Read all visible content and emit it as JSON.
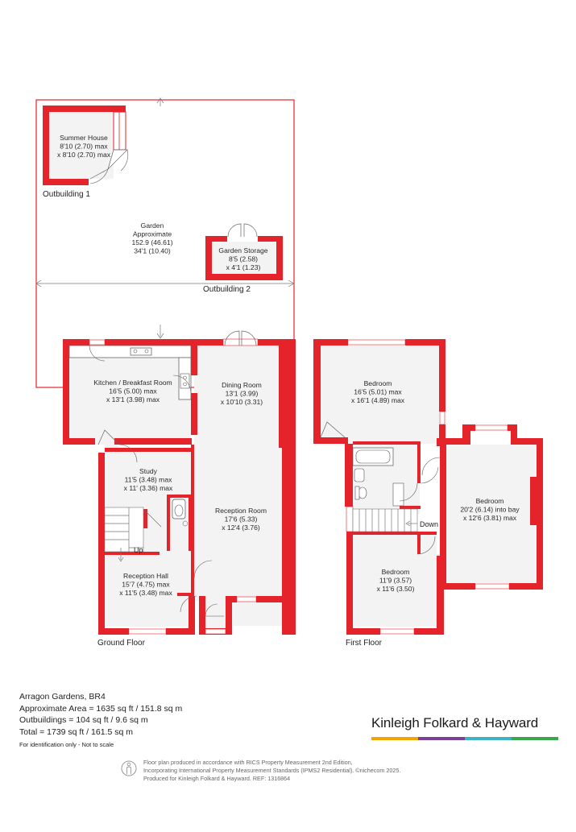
{
  "plan": {
    "ground_floor": "Ground Floor",
    "first_floor": "First Floor",
    "outbuilding_1": "Outbuilding 1",
    "outbuilding_2": "Outbuilding 2",
    "stairs_up": "Up",
    "stairs_down": "Down",
    "rooms": {
      "summer_house": [
        "Summer House",
        "8'10 (2.70) max",
        "x 8'10 (2.70) max"
      ],
      "garden": [
        "Garden",
        "Approximate",
        "152.9 (46.61)",
        "34'1 (10.40)"
      ],
      "garden_storage": [
        "Garden Storage",
        "8'5 (2.58)",
        "x 4'1 (1.23)"
      ],
      "kitchen": [
        "Kitchen / Breakfast Room",
        "16'5 (5.00) max",
        "x 13'1 (3.98) max"
      ],
      "dining": [
        "Dining Room",
        "13'1 (3.99)",
        "x 10'10 (3.31)"
      ],
      "study": [
        "Study",
        "11'5 (3.48) max",
        "x 11' (3.36) max"
      ],
      "reception_room": [
        "Reception Room",
        "17'6 (5.33)",
        "x 12'4 (3.76)"
      ],
      "reception_hall": [
        "Reception Hall",
        "15'7 (4.75) max",
        "x 11'5 (3.48) max"
      ],
      "bedroom_1": [
        "Bedroom",
        "16'5 (5.01) max",
        "x 16'1 (4.89) max"
      ],
      "bedroom_2": [
        "Bedroom",
        "20'2 (6.14) into bay",
        "x 12'6 (3.81) max"
      ],
      "bedroom_3": [
        "Bedroom",
        "11'9 (3.57)",
        "x 11'6 (3.50)"
      ]
    }
  },
  "summary": {
    "address": "Arragon Gardens, BR4",
    "approx_area": "Approximate Area = 1635 sq ft / 151.8 sq m",
    "outbuildings": "Outbuildings = 104 sq ft / 9.6 sq m",
    "total": "Total = 1739 sq ft / 161.5 sq m",
    "note": "For identification only - Not to scale"
  },
  "brand": {
    "name": "Kinleigh Folkard & Hayward",
    "colors": [
      "#f0a500",
      "#7b3f98",
      "#3bb3c3",
      "#3aa84a"
    ],
    "icon": "person-in-circle-icon"
  },
  "disclaimer": {
    "line1": "Floor plan produced in accordance with RICS Property Measurement 2nd Edition,",
    "line2": "Incorporating International Property Measurement Standards (IPMS2 Residential).  ©nichecom 2025.",
    "line3": "Produced for Kinleigh Folkard & Hayward.   REF: 1316864"
  },
  "colors": {
    "wall": "#e5232b",
    "floor": "#f3f3f3"
  }
}
